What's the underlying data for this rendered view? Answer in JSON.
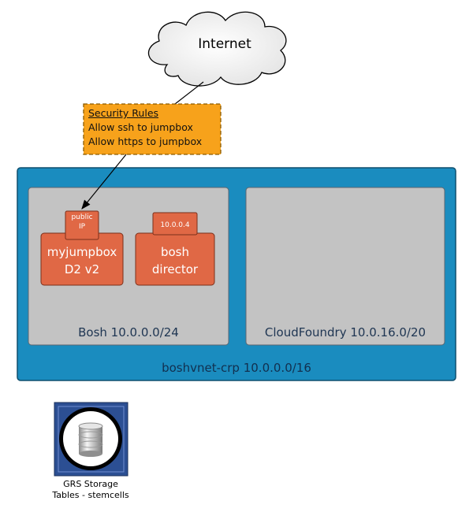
{
  "cloud": {
    "label": "Internet"
  },
  "security_rules": {
    "title": "Security Rules",
    "rules": [
      "Allow ssh to jumpbox",
      "Allow https to jumpbox"
    ],
    "fill_color": "#f7a21b",
    "border_color": "#8a5a00"
  },
  "vnet": {
    "label": "boshvnet-crp 10.0.0.0/16",
    "fill_color": "#1a8cbf",
    "border_color": "#0e4f6e"
  },
  "subnets": [
    {
      "label": "Bosh 10.0.0.0/24"
    },
    {
      "label": "CloudFoundry 10.0.16.0/20"
    }
  ],
  "subnet_fill_color": "#c3c3c3",
  "vms": [
    {
      "tag_lines": [
        "public",
        "IP"
      ],
      "name_lines": [
        "myjumpbox",
        "D2 v2"
      ]
    },
    {
      "tag_lines": [
        "10.0.0.4"
      ],
      "name_lines": [
        "bosh",
        "director"
      ]
    }
  ],
  "vm_fill_color": "#e06845",
  "storage": {
    "label_lines": [
      "GRS Storage",
      "Tables - stemcells"
    ],
    "icon": "database-icon"
  }
}
